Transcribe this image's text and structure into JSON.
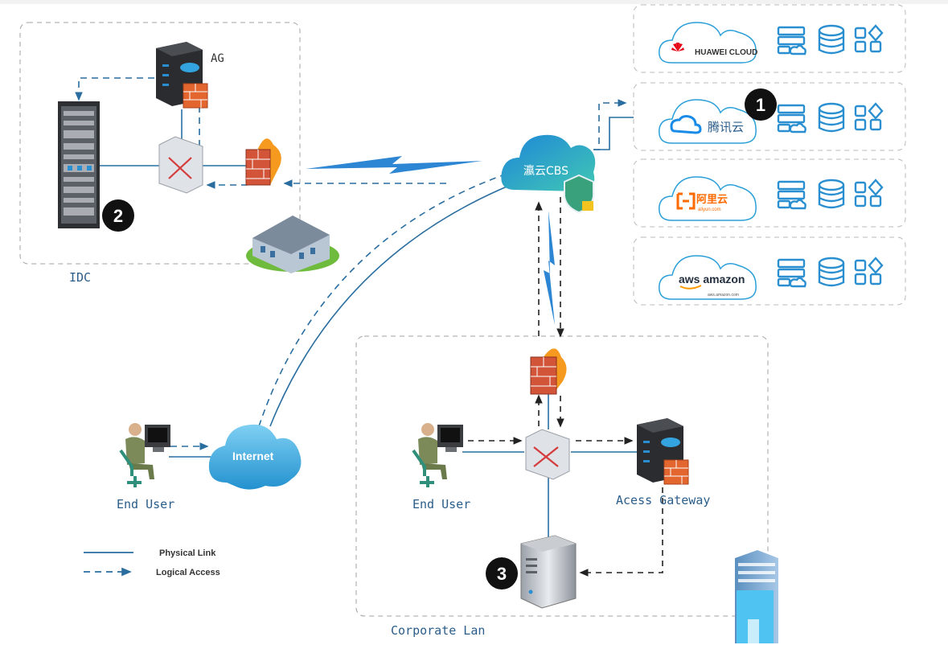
{
  "labels": {
    "idc": "IDC",
    "ag": "AG",
    "cbs": "瀛云CBS",
    "internet": "Internet",
    "end_user_left": "End User",
    "end_user_right": "End User",
    "access_gateway": "Acess Gateway",
    "corporate_lan": "Corporate Lan"
  },
  "clouds": [
    {
      "name": "HUAWEI CLOUD",
      "icon": "huawei-logo-icon"
    },
    {
      "name": "腾讯云",
      "icon": "tencent-cloud-logo-icon"
    },
    {
      "name": "阿里云",
      "sub": "aliyun.com",
      "icon": "aliyun-logo-icon"
    },
    {
      "name": "aws amazon",
      "sub": "aws.amazon.com",
      "icon": "aws-logo-icon"
    }
  ],
  "badges": [
    "1",
    "2",
    "3"
  ],
  "legend": {
    "physical": "Physical Link",
    "logical": "Logical Access"
  },
  "colors": {
    "line": "#2a6ea0",
    "dash_border": "#a0a0a0",
    "cloud_blue": "#2a9fd8",
    "lightning": "#2d86d3",
    "firewall": "#d94c2c",
    "label_text": "#2a5d8a"
  }
}
